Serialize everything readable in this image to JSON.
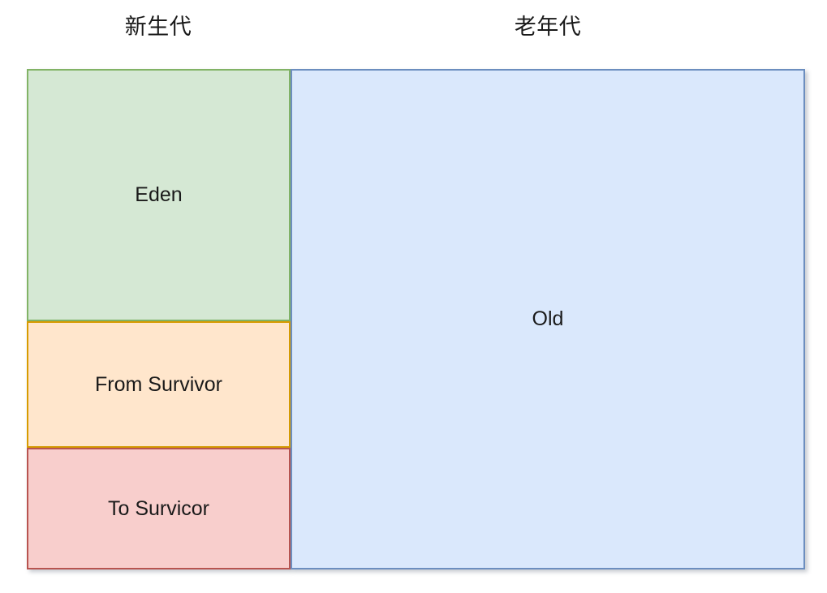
{
  "diagram": {
    "type": "jvm-heap-memory-layout",
    "columns": [
      {
        "id": "young-generation",
        "heading": "新生代"
      },
      {
        "id": "old-generation",
        "heading": "老年代"
      }
    ],
    "regions": [
      {
        "id": "eden",
        "label": "Eden",
        "column": "young-generation",
        "fill": "#d5e8d4",
        "stroke": "#82b366"
      },
      {
        "id": "from-survivor",
        "label": "From Survivor",
        "column": "young-generation",
        "fill": "#ffe6cc",
        "stroke": "#d79b00"
      },
      {
        "id": "to-survivor",
        "label": "To Survicor",
        "column": "young-generation",
        "fill": "#f8cecc",
        "stroke": "#b85450"
      },
      {
        "id": "old",
        "label": "Old",
        "column": "old-generation",
        "fill": "#dae8fc",
        "stroke": "#6c8ebf"
      }
    ]
  }
}
